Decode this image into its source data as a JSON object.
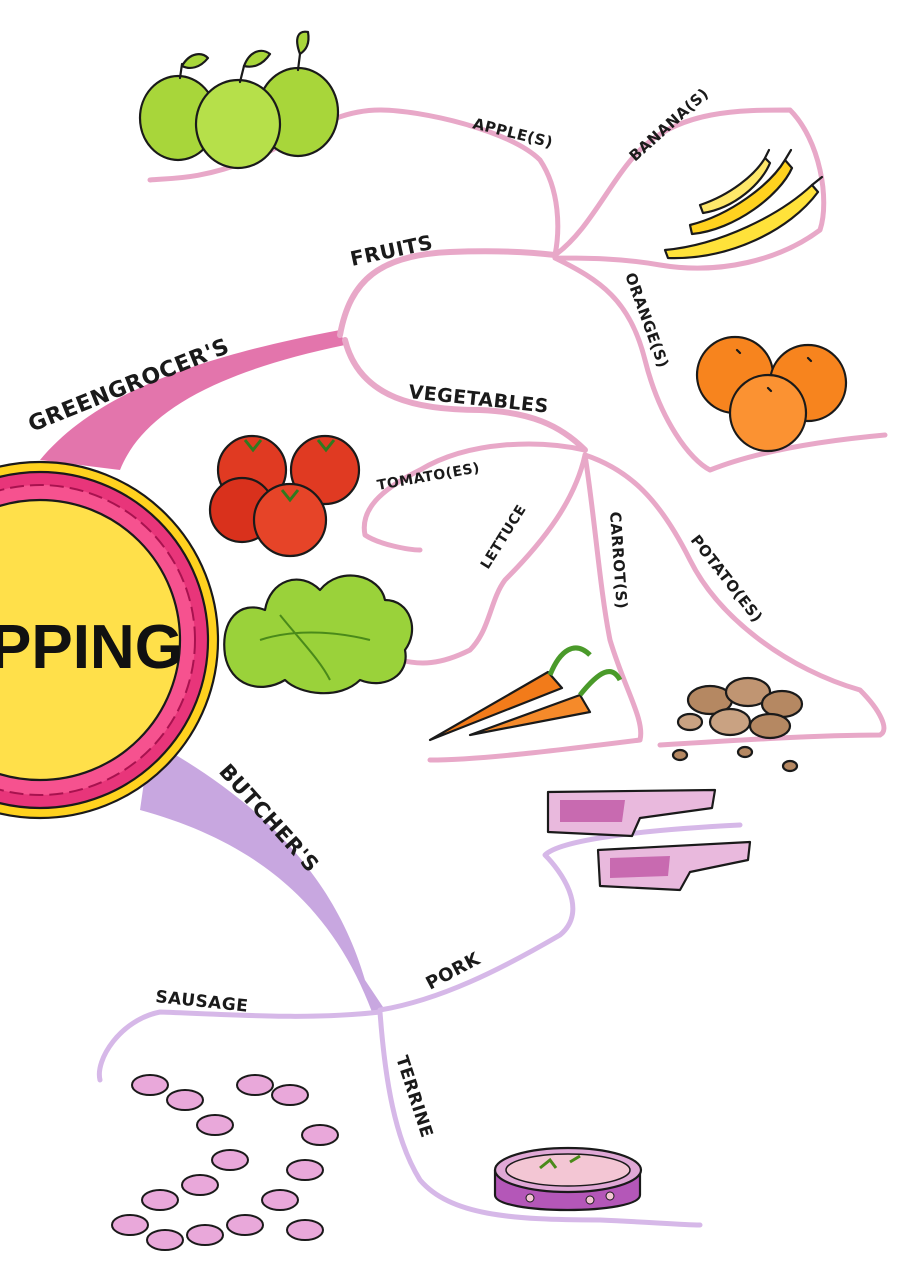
{
  "center": {
    "label": "PPING"
  },
  "branches": {
    "greengrocers": {
      "label": "GREENGROCER'S",
      "color": "#e066a3"
    },
    "butchers": {
      "label": "BUTCHER'S",
      "color": "#b58ad6"
    }
  },
  "fruits": {
    "label": "FRUITS",
    "items": {
      "apple": "APPLE(S)",
      "banana": "BANANA(S)",
      "orange": "ORANGE(S)"
    }
  },
  "vegetables": {
    "label": "VEGETABLES",
    "items": {
      "tomato": "TOMATO(ES)",
      "lettuce": "LETTUCE",
      "carrot": "CARROT(S)",
      "potato": "POTATO(ES)"
    }
  },
  "meats": {
    "pork": "PORK",
    "sausage": "SAUSAGE",
    "terrine": "TERRINE"
  },
  "colors": {
    "hub_fill": "#ffe04a",
    "hub_ring": "#e8357a",
    "sub_branch": "#e8a8c8",
    "meat_branch": "#d6b8e8"
  }
}
